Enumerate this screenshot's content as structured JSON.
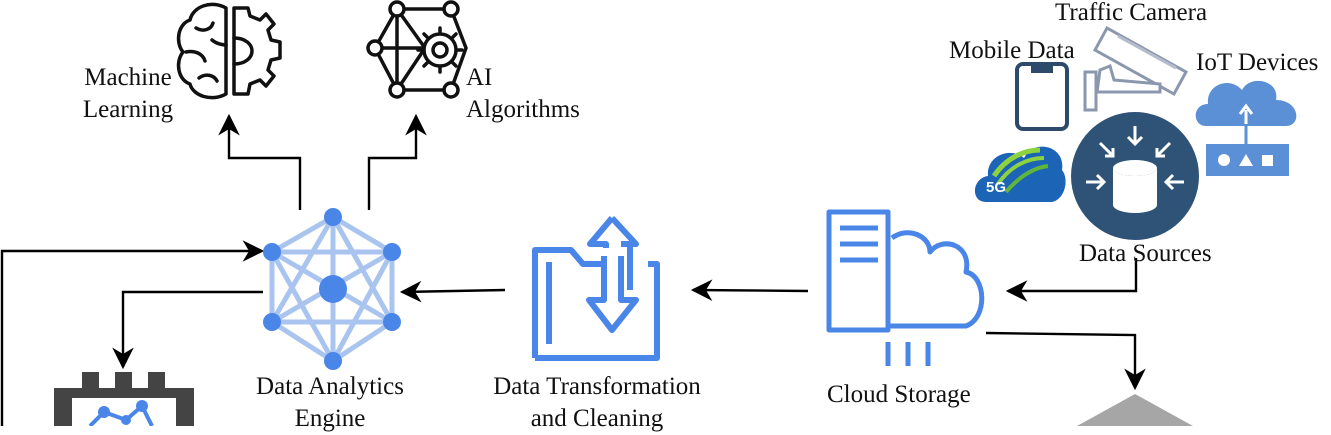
{
  "nodes": {
    "machine_learning": {
      "line1": "Machine",
      "line2": "Learning"
    },
    "ai_algorithms": {
      "line1": "AI",
      "line2": "Algorithms"
    },
    "traffic_camera": "Traffic Camera",
    "mobile_data": "Mobile Data",
    "iot_devices": "IoT Devices",
    "data_sources": "Data Sources",
    "data_analytics_engine": {
      "line1": "Data Analytics",
      "line2": "Engine"
    },
    "data_transformation": {
      "line1": "Data Transformation",
      "line2": "and Cleaning"
    },
    "cloud_storage": "Cloud Storage",
    "badge_5g": "5G"
  },
  "colors": {
    "arrow": "#000000",
    "accent_blue": "#4a86e8",
    "light_blue": "#a9c4ef",
    "navy": "#2e5376",
    "gray": "#a6a6a6",
    "dark_gray": "#444444"
  },
  "icons": [
    "brain-gear-icon",
    "network-gear-icon",
    "traffic-camera-icon",
    "phone-icon",
    "iot-cloud-icon",
    "5g-cloud-icon",
    "data-hub-icon",
    "analytics-mesh-icon",
    "folder-transfer-icon",
    "cloud-server-icon",
    "chip-icon",
    "gray-shape-icon"
  ]
}
